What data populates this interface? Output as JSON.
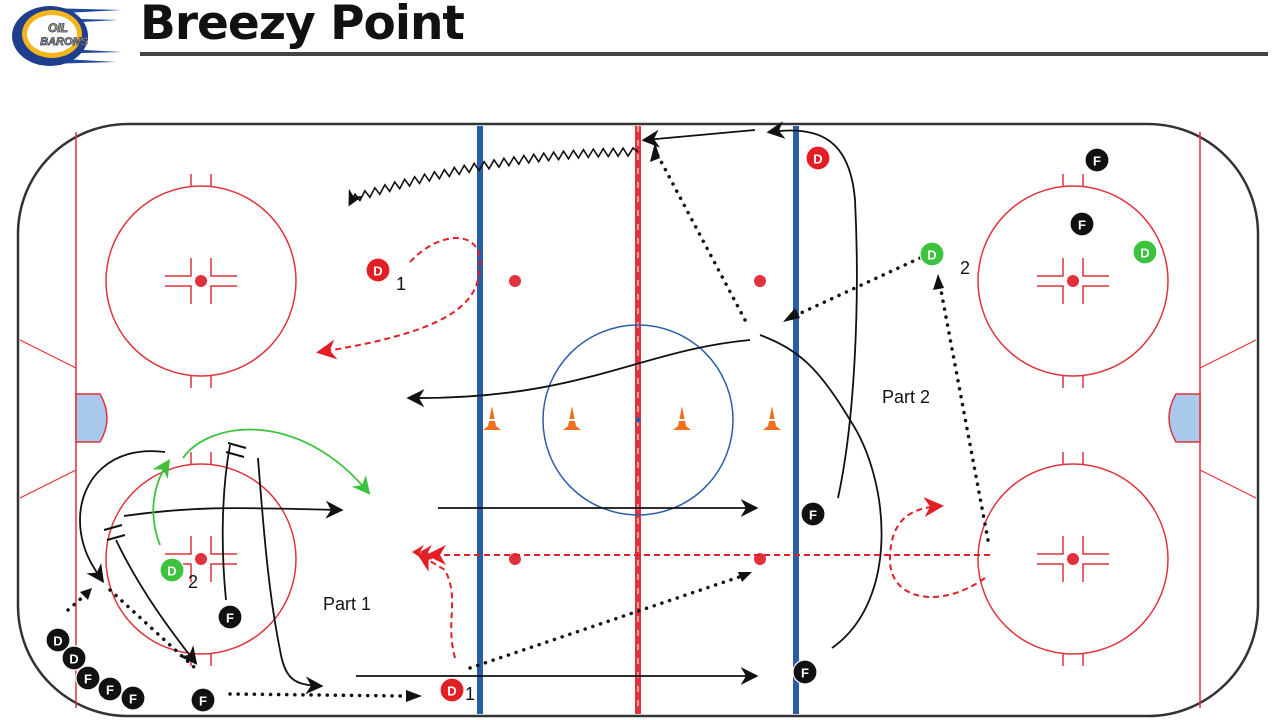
{
  "header": {
    "title": "Breezy Point",
    "logo_text": [
      "OIL",
      "BARONS"
    ]
  },
  "diagram": {
    "part_labels": [
      "Part 1",
      "Part 2"
    ],
    "number_labels": [
      "1",
      "2",
      "2",
      "1"
    ],
    "players": [
      {
        "label": "D",
        "color": "#e31e24"
      },
      {
        "label": "D",
        "color": "#e31e24"
      },
      {
        "label": "D",
        "color": "#e31e24"
      },
      {
        "label": "D",
        "color": "#3cc23c"
      },
      {
        "label": "D",
        "color": "#3cc23c"
      },
      {
        "label": "D",
        "color": "#3cc23c"
      },
      {
        "label": "F",
        "color": "#111111"
      },
      {
        "label": "F",
        "color": "#111111"
      },
      {
        "label": "F",
        "color": "#111111"
      },
      {
        "label": "F",
        "color": "#111111"
      },
      {
        "label": "F",
        "color": "#111111"
      },
      {
        "label": "F",
        "color": "#111111"
      },
      {
        "label": "D",
        "color": "#111111"
      },
      {
        "label": "D",
        "color": "#111111"
      },
      {
        "label": "F",
        "color": "#111111"
      },
      {
        "label": "F",
        "color": "#111111"
      },
      {
        "label": "F",
        "color": "#111111"
      }
    ],
    "colors": {
      "rink_red": "#e0323c",
      "blue_line": "#2a5da8",
      "cone": "#f07020",
      "crease": "#a8c8ec"
    }
  }
}
